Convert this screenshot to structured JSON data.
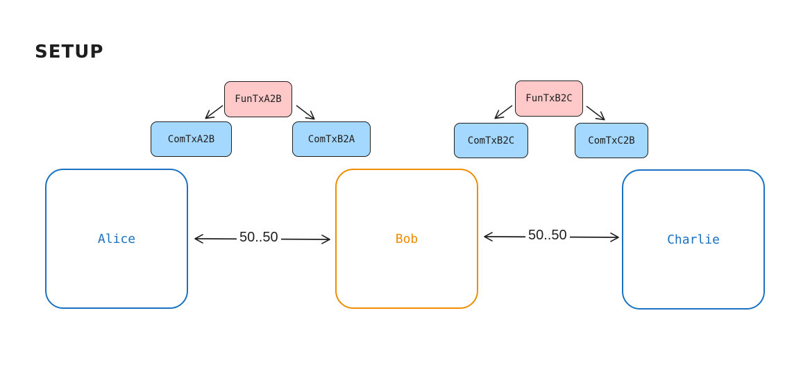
{
  "title": "SETUP",
  "channels": [
    {
      "funding_tx": "FunTxA2B",
      "commitment_txs": [
        "ComTxA2B",
        "ComTxB2A"
      ],
      "capacity": "50..50"
    },
    {
      "funding_tx": "FunTxB2C",
      "commitment_txs": [
        "ComTxB2C",
        "ComTxC2B"
      ],
      "capacity": "50..50"
    }
  ],
  "nodes": [
    {
      "name": "Alice"
    },
    {
      "name": "Bob"
    },
    {
      "name": "Charlie"
    }
  ],
  "colors": {
    "funding_fill": "#ffc9c9",
    "commitment_fill": "#a5d8ff",
    "node_blue": "#1971c2",
    "node_orange": "#f08c00",
    "stroke": "#1e1e1e"
  }
}
